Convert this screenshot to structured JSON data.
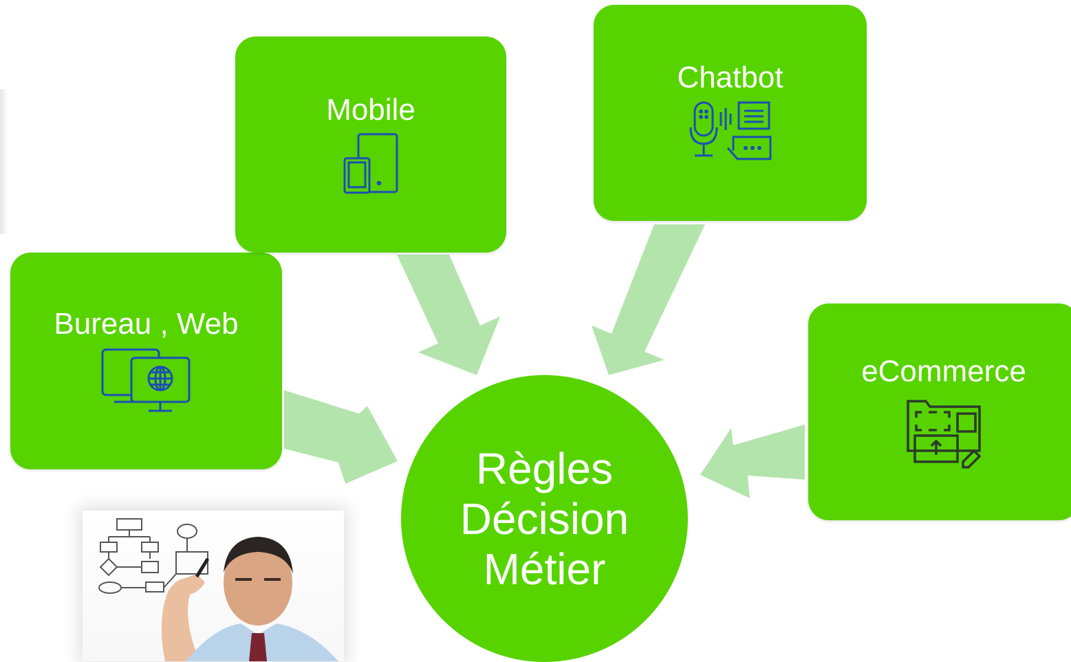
{
  "center": {
    "lines": [
      "Règles",
      "Décision",
      "Métier"
    ]
  },
  "boxes": {
    "bureau": {
      "label": "Bureau , Web",
      "icon": "desktop-web-icon"
    },
    "mobile": {
      "label": "Mobile",
      "icon": "mobile-tablet-icon"
    },
    "chatbot": {
      "label": "Chatbot",
      "icon": "chatbot-icon"
    },
    "ecommerce": {
      "label": "eCommerce",
      "icon": "ecommerce-icon"
    }
  },
  "photo": {
    "icon": "businessman-drawing-flowchart-photo"
  },
  "colors": {
    "box": "#57d400",
    "arrow": "#b2e4ac",
    "icon": "#1b4fb5",
    "icon_dark": "#2b3a2b",
    "text": "#ffffff"
  }
}
